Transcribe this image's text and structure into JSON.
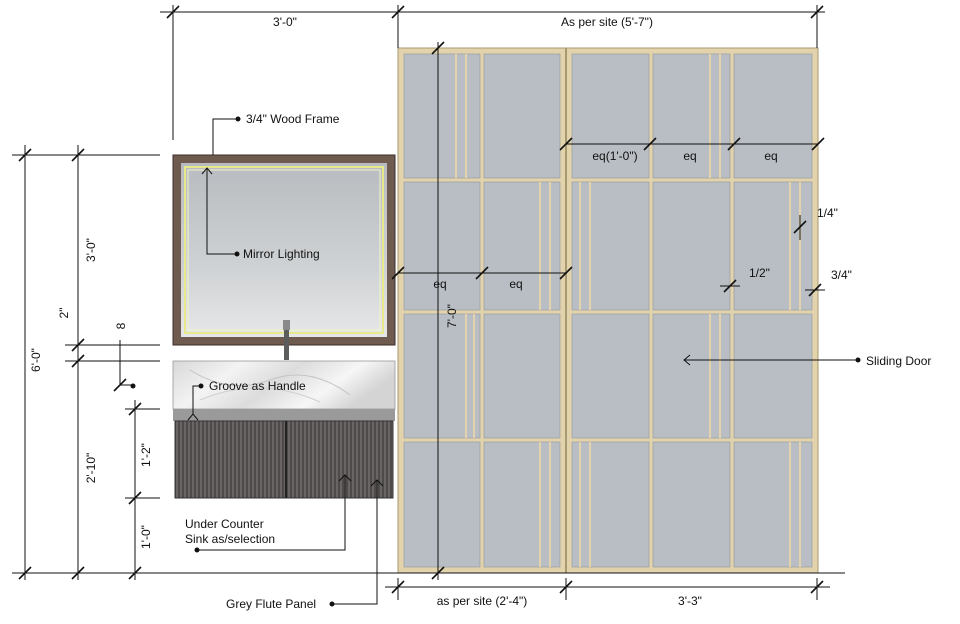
{
  "dimensions": {
    "top_left": "3'-0\"",
    "top_right": "As per site (5'-7\")",
    "bottom_left": "as per site (2'-4\")",
    "bottom_right": "3'-3\"",
    "overall_height": "6'-0\"",
    "mirror_height": "3'-0\"",
    "gap_2in": "2\"",
    "counter_8": "8",
    "vanity_height": "2'-10\"",
    "cabinet_height": "1'-2\"",
    "toe_height": "1'-0\"",
    "door_height": "7'-0\"",
    "left_eq_1": "eq",
    "left_eq_2": "eq",
    "right_eq_1": "eq(1'-0\")",
    "right_eq_2": "eq",
    "right_eq_3": "eq",
    "quarter": "1/4\"",
    "half": "1/2\"",
    "three_quarter": "3/4\""
  },
  "annotations": {
    "wood_frame": "3/4\" Wood Frame",
    "mirror_lighting": "Mirror Lighting",
    "groove_handle": "Groove as Handle",
    "sink_line1": "Under Counter",
    "sink_line2": "Sink as/selection",
    "flute_panel": "Grey Flute Panel",
    "sliding_door": "Sliding Door"
  },
  "colors": {
    "glass": "#b9bec4",
    "door_frame": "#e2d3ac",
    "door_frame_stroke": "#a89a70",
    "wood": "#6e5a4f",
    "mirror": "#c9cccf",
    "led": "#eef0a0",
    "cabinet": "#5a5656",
    "counter": "#e6e6e6",
    "line": "#111111"
  }
}
